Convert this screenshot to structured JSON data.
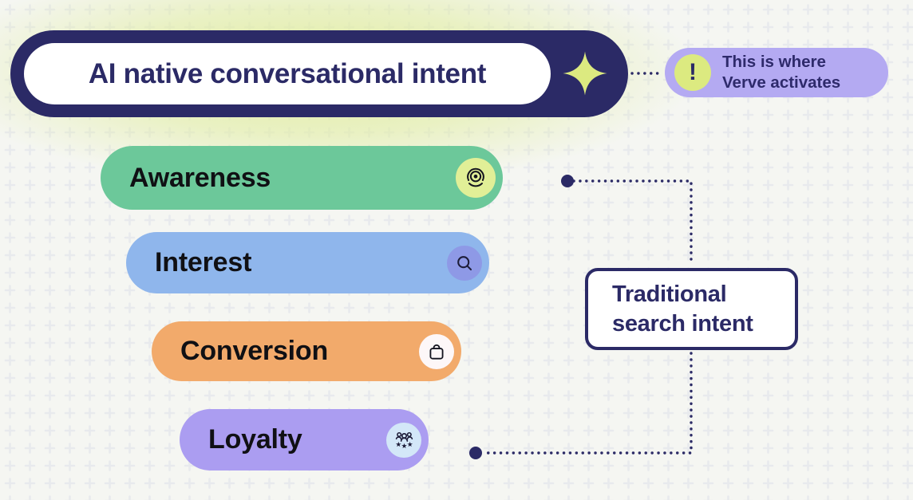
{
  "hero": {
    "title": "AI native conversational intent"
  },
  "callout": {
    "line1": "This is where",
    "line2": "Verve activates",
    "alert_glyph": "!"
  },
  "stages": [
    {
      "label": "Awareness",
      "color": "#6cc89a",
      "icon": "broadcast-icon",
      "icon_bg": "#e1ef97"
    },
    {
      "label": "Interest",
      "color": "#8fb6ec",
      "icon": "search-icon",
      "icon_bg": "#8e99e6"
    },
    {
      "label": "Conversion",
      "color": "#f2aa6b",
      "icon": "shopping-bag-icon",
      "icon_bg": "#fdf7f8"
    },
    {
      "label": "Loyalty",
      "color": "#ab9df1",
      "icon": "people-stars-icon",
      "icon_bg": "#d3e7f8"
    }
  ],
  "annotation_box": {
    "line1": "Traditional",
    "line2": "search intent"
  },
  "colors": {
    "navy": "#2b2a66",
    "lime": "#dcea80",
    "background": "#f5f6f2",
    "plus_pattern": "#e8eaed",
    "text_dark": "#101014",
    "callout_bg": "#b4aaf2"
  }
}
